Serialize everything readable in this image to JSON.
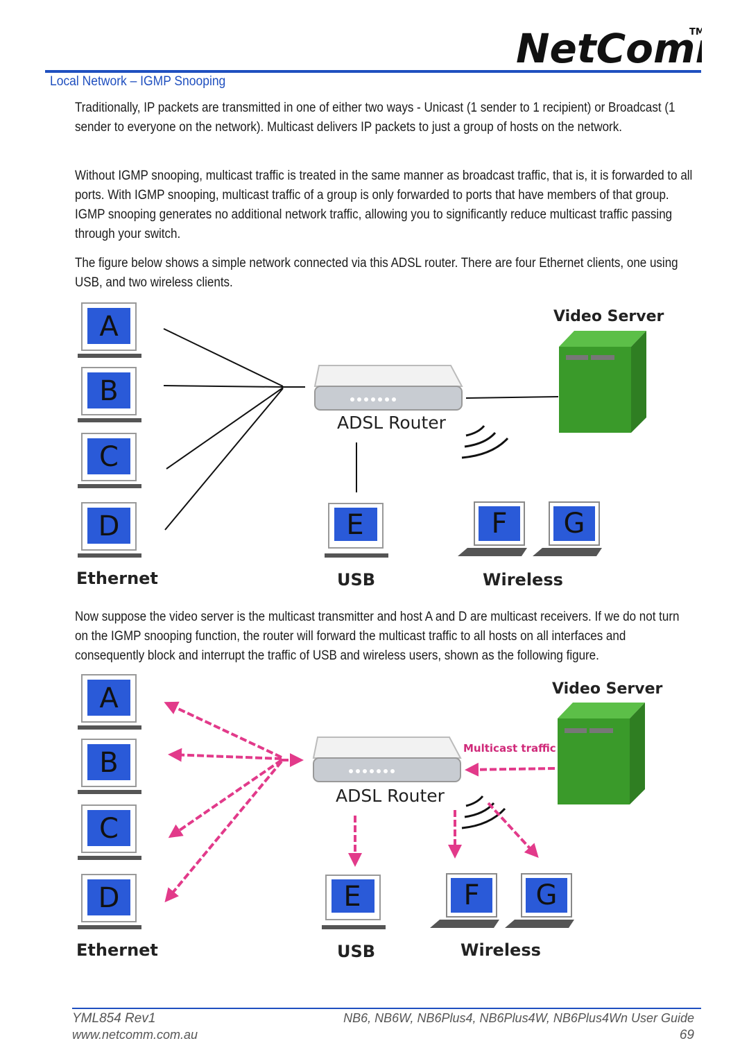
{
  "brand": {
    "logo_text": "NetComm",
    "trademark": "TM"
  },
  "section_title": "Local Network – IGMP Snooping",
  "paragraphs": [
    "Traditionally, IP packets are transmitted in one of either two ways - Unicast (1 sender to 1 recipient) or Broadcast (1 sender to everyone on the network). Multicast delivers IP packets to just a group of hosts on the network.",
    "Without IGMP snooping, multicast traffic is treated in the same manner as broadcast traffic, that is, it is forwarded to all ports. With IGMP snooping, multicast traffic of a group is only forwarded to ports that have members of that group. IGMP snooping generates no additional network traffic, allowing you to significantly reduce multicast traffic passing through your switch.",
    "The figure below shows a simple network connected via this ADSL router. There are four Ethernet clients, one using USB, and two wireless clients.",
    "Now suppose the video server is the multicast transmitter and host A and D are multicast receivers. If we do not turn on the IGMP snooping function, the router will forward the multicast traffic to all hosts on all interfaces and consequently block and interrupt the traffic of USB and wireless users, shown as the following figure."
  ],
  "figure1": {
    "server_label": "Video Server",
    "router_label": "ADSL Router",
    "hosts": [
      "A",
      "B",
      "C",
      "D",
      "E",
      "F",
      "G"
    ],
    "group_labels": {
      "ethernet": "Ethernet",
      "usb": "USB",
      "wireless": "Wireless"
    }
  },
  "figure2": {
    "server_label": "Video Server",
    "router_label": "ADSL Router",
    "traffic_label": "Multicast traffic",
    "hosts": [
      "A",
      "B",
      "C",
      "D",
      "E",
      "F",
      "G"
    ],
    "group_labels": {
      "ethernet": "Ethernet",
      "usb": "USB",
      "wireless": "Wireless"
    }
  },
  "colors": {
    "accent": "#1f4fbf",
    "server": "#3a9a2a",
    "arrow": "#e23a8a",
    "screen": "#2a5ad8"
  },
  "footer": {
    "doc_id": "YML854 Rev1",
    "url": "www.netcomm.com.au",
    "guide_title": "NB6, NB6W, NB6Plus4, NB6Plus4W, NB6Plus4Wn User Guide",
    "page_number": "69"
  }
}
